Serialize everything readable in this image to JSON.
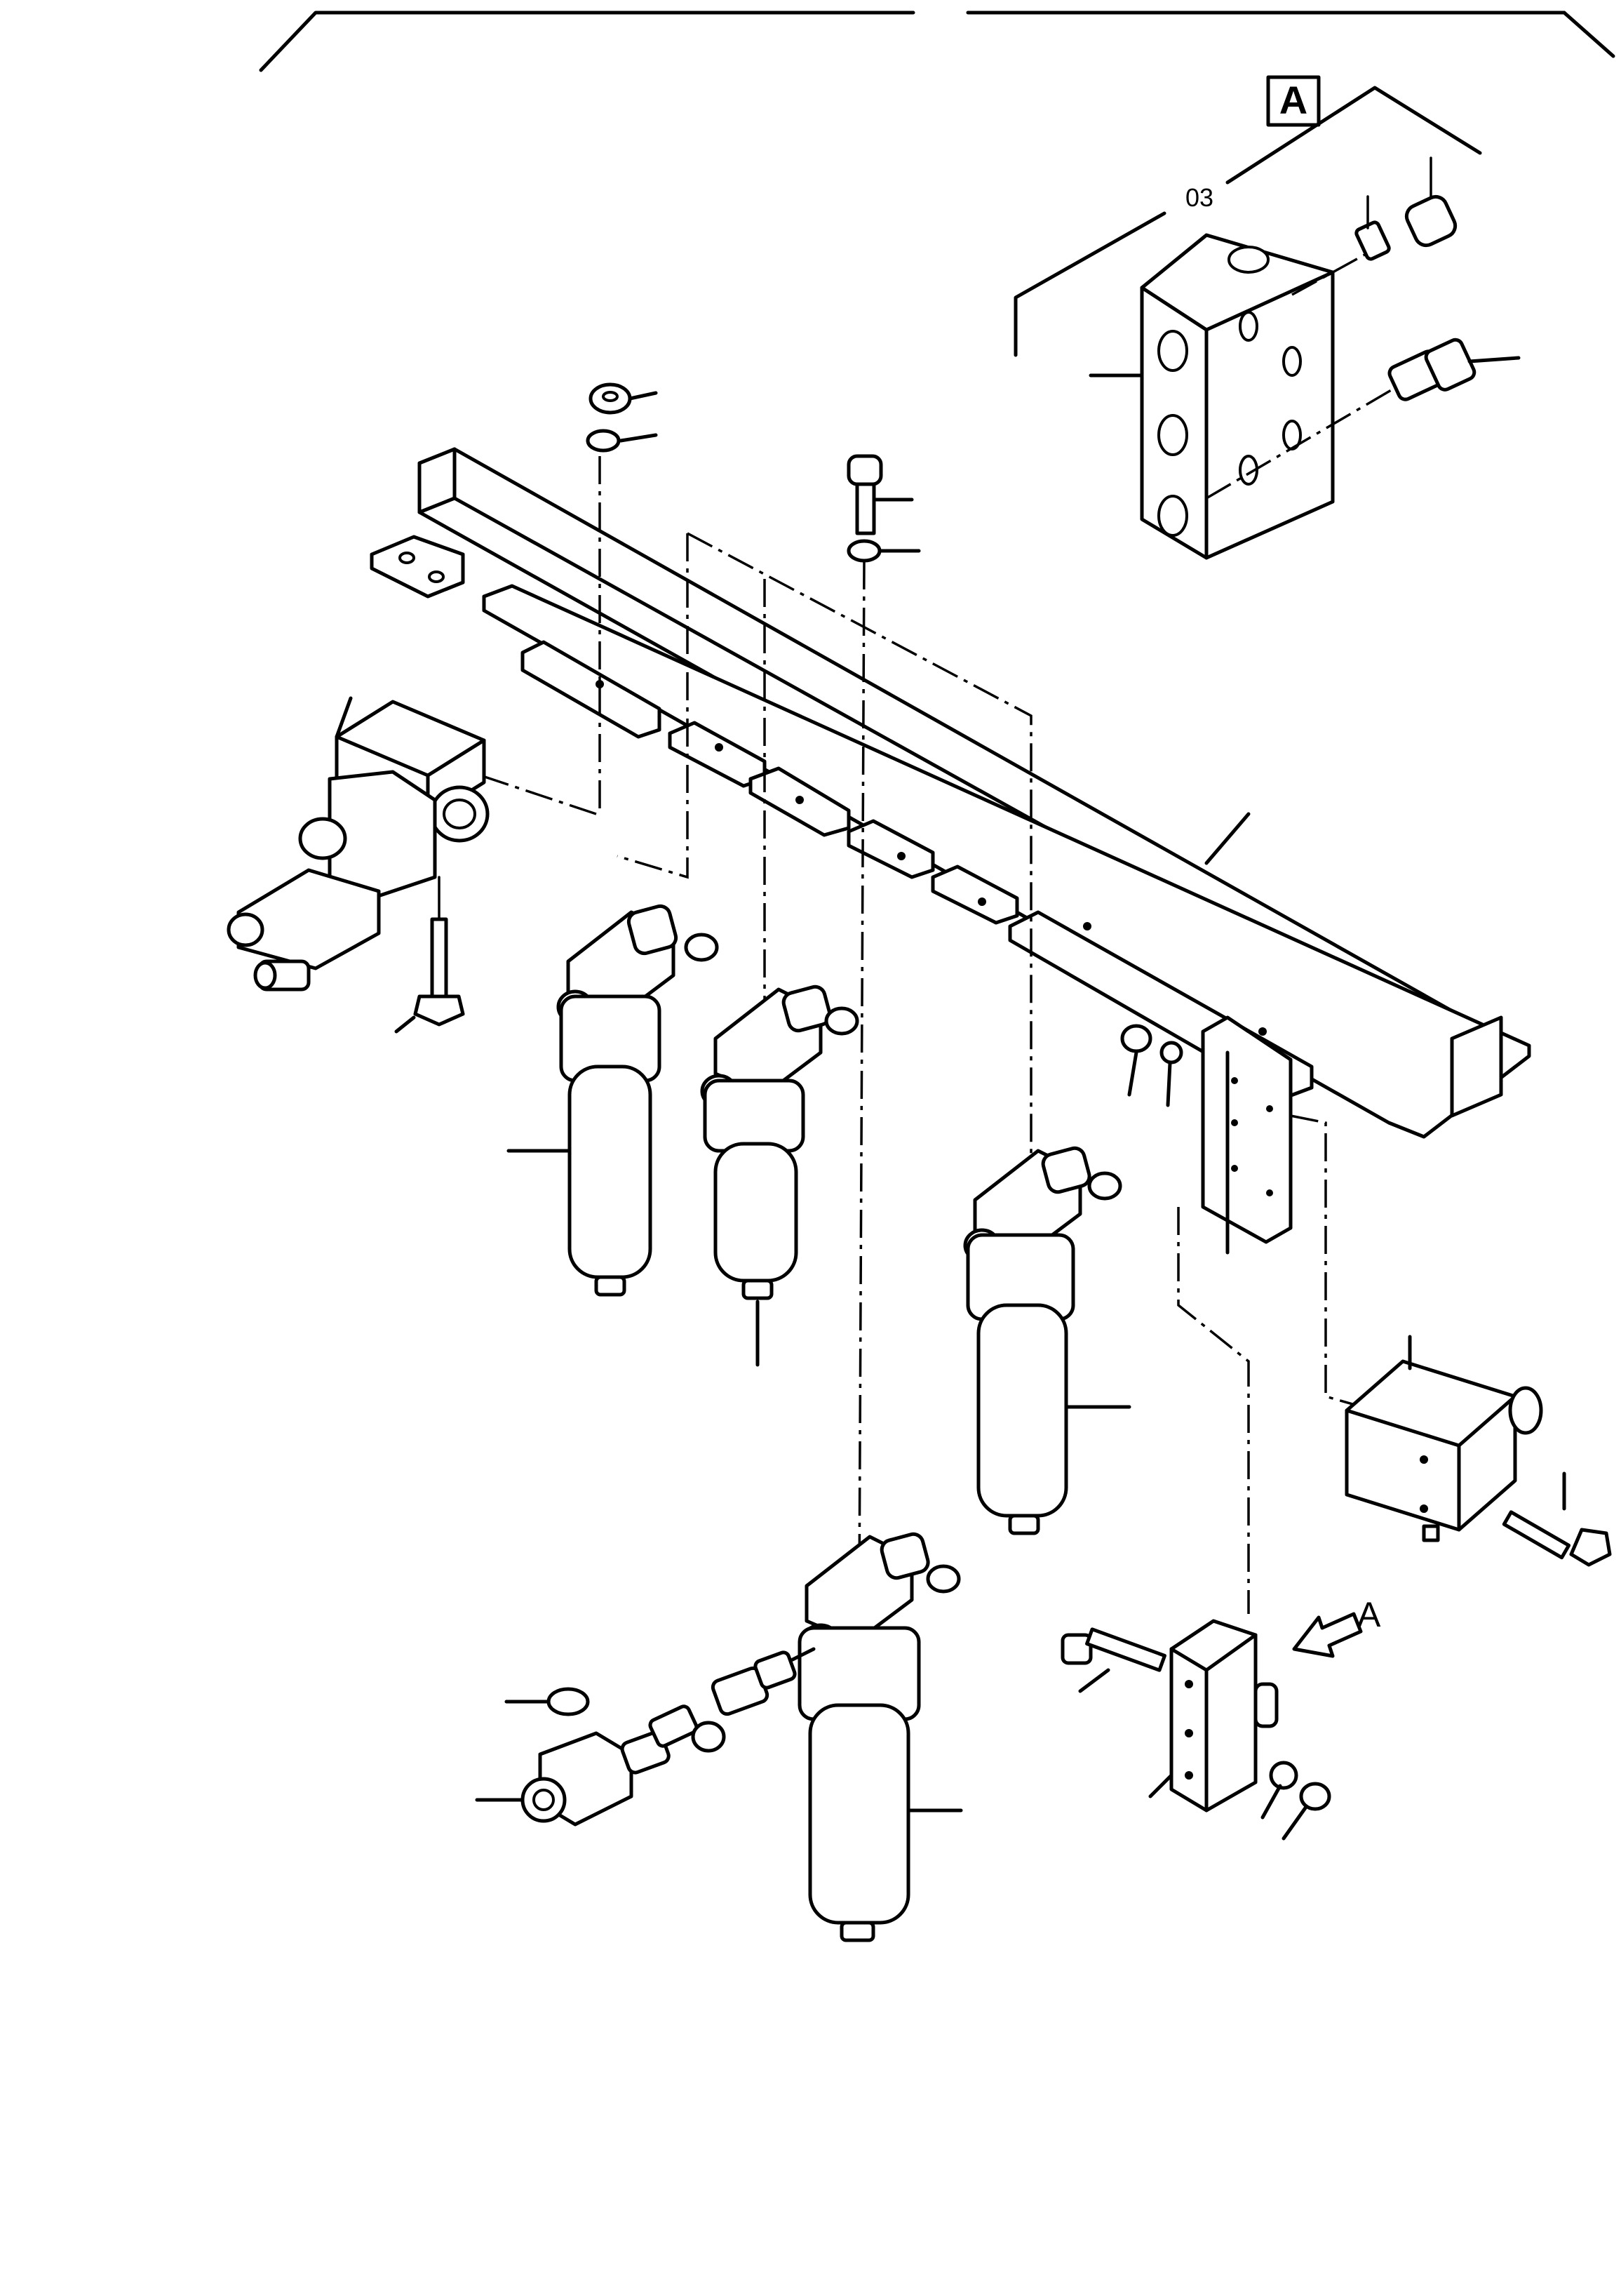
{
  "view_marker": {
    "label": "A"
  },
  "detail_ref": {
    "label": "03"
  },
  "view_arrow": {
    "label": "A"
  }
}
